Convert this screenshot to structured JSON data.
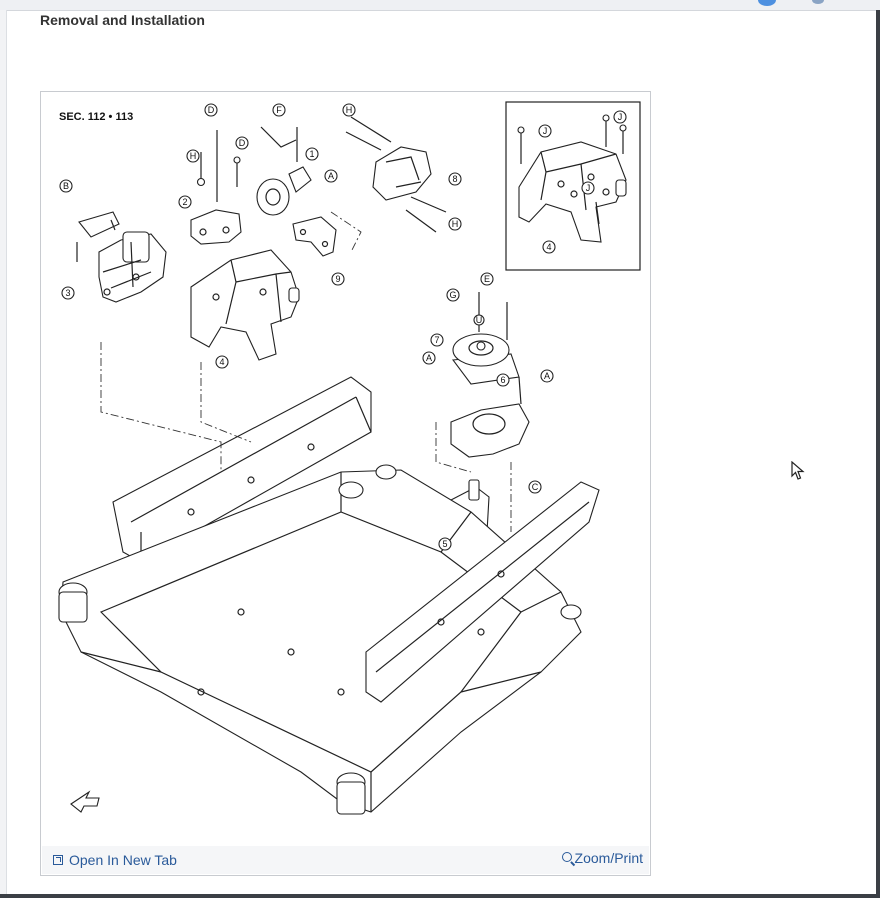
{
  "page": {
    "title": "Removal and Installation"
  },
  "figure": {
    "section_label": "SEC. 112 • 113",
    "callouts": {
      "c1": "1",
      "c2": "2",
      "c3": "3",
      "c4": "4",
      "c4b": "4",
      "c5": "5",
      "c6": "6",
      "c7": "7",
      "c8": "8",
      "c9": "9",
      "A1": "A",
      "A2": "A",
      "A3": "A",
      "B": "B",
      "C": "C",
      "D1": "D",
      "D2": "D",
      "E": "E",
      "F": "F",
      "G": "G",
      "H1": "H",
      "H2": "H",
      "H3": "H",
      "J1": "J",
      "J2": "J",
      "J3": "J",
      "U": "U"
    }
  },
  "toolbar": {
    "open_new_tab": "Open In New Tab",
    "zoom_print": "Zoom/Print",
    "open_icon": "external-link-icon",
    "zoom_icon": "magnifier-icon"
  },
  "colors": {
    "link": "#2a5a9a",
    "accent": "#4d90e0"
  }
}
